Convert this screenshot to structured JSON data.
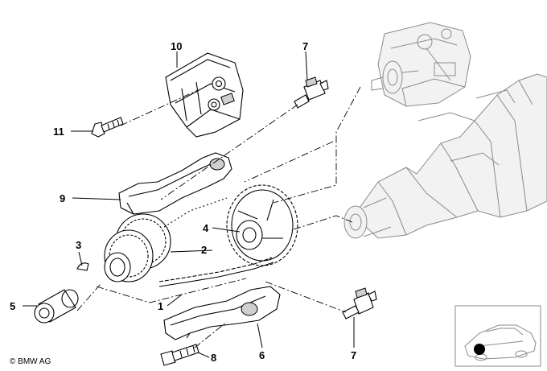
{
  "diagram": {
    "callouts": {
      "c1": "1",
      "c2": "2",
      "c3": "3",
      "c4": "4",
      "c5": "5",
      "c6": "6",
      "c7a": "7",
      "c7b": "7",
      "c8": "8",
      "c9": "9",
      "c10": "10",
      "c11": "11"
    },
    "copyright": "© BMW AG"
  },
  "colors": {
    "ink": "#000000",
    "ghost": "#8a8a8a",
    "background": "#ffffff"
  }
}
